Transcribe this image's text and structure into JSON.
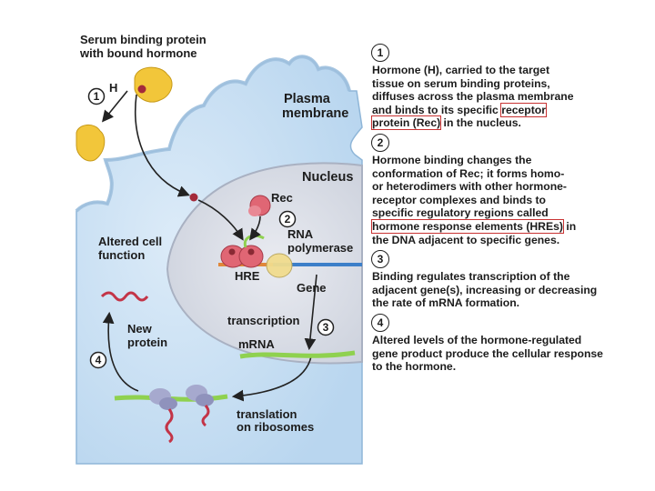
{
  "diagram": {
    "labels": {
      "serum_protein": [
        "Serum binding protein",
        "with bound hormone"
      ],
      "hormone": "H",
      "plasma_membrane": [
        "Plasma",
        "membrane"
      ],
      "nucleus": "Nucleus",
      "rec": "Rec",
      "rna_polymerase": [
        "RNA",
        "polymerase"
      ],
      "hre": "HRE",
      "gene": "Gene",
      "altered_function": [
        "Altered cell",
        "function"
      ],
      "new_protein": [
        "New",
        "protein"
      ],
      "transcription": "transcription",
      "mrna": "mRNA",
      "translation": [
        "translation",
        "on ribosomes"
      ]
    },
    "step_numbers": [
      "1",
      "2",
      "3",
      "4"
    ]
  },
  "steps": [
    {
      "number": "1",
      "lines": [
        "Hormone (H), carried to the target",
        "tissue on serum binding proteins,",
        "diffuses across the plasma membrane",
        "and binds to its specific ",
        "receptor",
        "protein (Rec)",
        " in the nucleus."
      ]
    },
    {
      "number": "2",
      "lines": [
        "Hormone binding changes the",
        "conformation of Rec; it forms homo-",
        "or heterodimers with other hormone-",
        "receptor complexes and binds to",
        "specific regulatory regions called",
        "hormone response elements (HREs)",
        " in",
        "the DNA adjacent to specific genes."
      ]
    },
    {
      "number": "3",
      "text": "Binding regulates transcription of the adjacent gene(s), increasing or decreasing the rate of mRNA formation."
    },
    {
      "number": "4",
      "text": "Altered levels of the hormone-regulated gene product produce the cellular response to the hormone."
    }
  ],
  "colors": {
    "cytoplasm": "#c6def2",
    "nucleus": "#dde1ea",
    "hormone": "#f2c63a",
    "receptor": "#e06674",
    "mrna": "#8fd14f",
    "highlight": "#c83232"
  }
}
